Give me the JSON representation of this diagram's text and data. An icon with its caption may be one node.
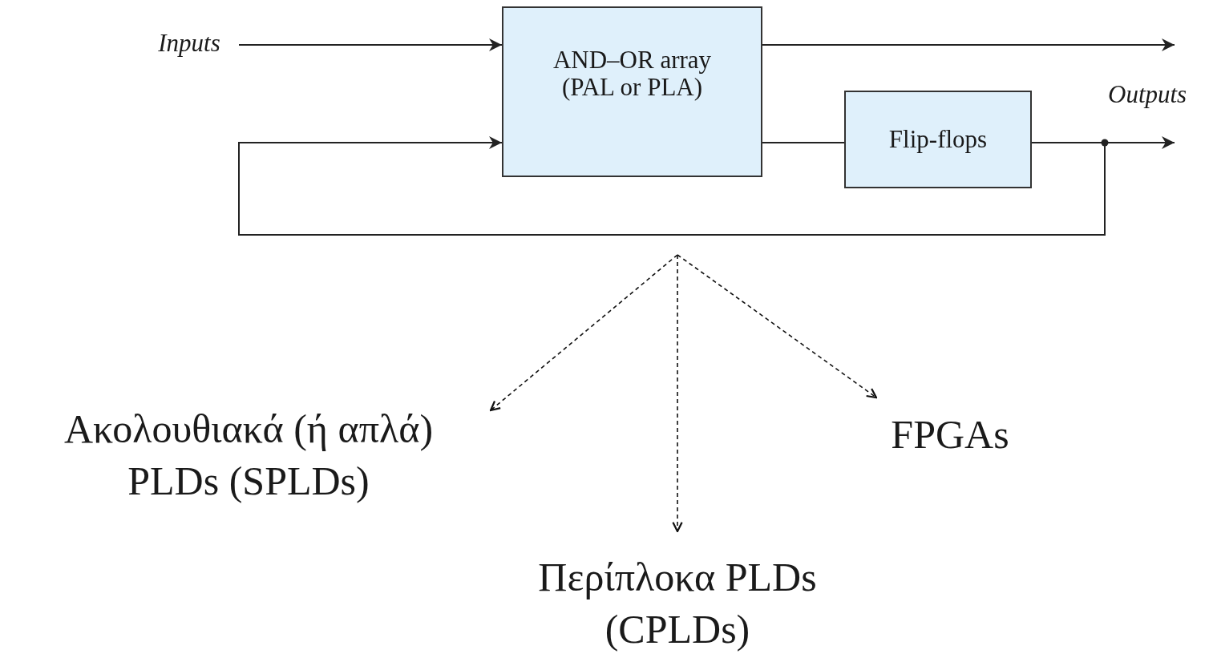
{
  "diagram": {
    "nodes": [
      {
        "text": [
          "Inputs"
        ]
      },
      {
        "text": [
          "AND–OR array (PAL or PLA)"
        ]
      },
      {
        "text": [
          "Flip-flops"
        ]
      },
      {
        "text": [
          "Ακολουθιακά (ή απλά) PLDs (SPLDs)"
        ]
      },
      {
        "text": [
          "Περίπλοκα PLDs (CPLDs)"
        ]
      },
      {
        "text": [
          "FPGAs"
        ]
      }
    ],
    "edges": [
      {
        "from": 0,
        "to": 1,
        "arrow": "to"
      },
      {
        "from": 1,
        "to": null,
        "arrow": "to"
      },
      {
        "from": 1,
        "to": 2,
        "arrow": "none"
      },
      {
        "from": 2,
        "to": null,
        "arrow": "to"
      },
      {
        "from": 2,
        "to": 1,
        "arrow": "to"
      },
      {
        "from": null,
        "to": 3,
        "arrow": "to",
        "style": "dashed"
      },
      {
        "from": null,
        "to": 4,
        "arrow": "to",
        "style": "dashed"
      },
      {
        "from": null,
        "to": 5,
        "arrow": "to",
        "style": "dashed"
      }
    ],
    "labels": [
      "Outputs"
    ]
  }
}
